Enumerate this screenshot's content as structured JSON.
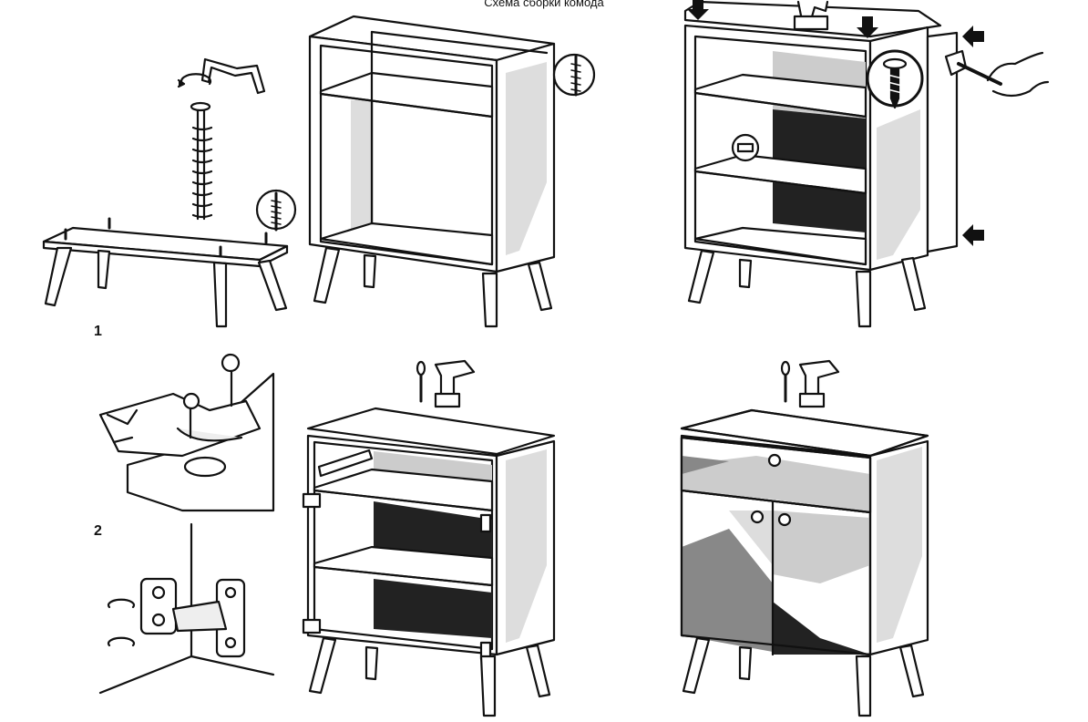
{
  "title": "Схема сборки комода",
  "steps": {
    "one": "1",
    "two": "2"
  },
  "colors": {
    "line": "#111111",
    "panel_light": "#ffffff",
    "panel_mid": "#cccccc",
    "panel_dark": "#888888",
    "panel_black": "#222222",
    "accent": "#111111"
  }
}
